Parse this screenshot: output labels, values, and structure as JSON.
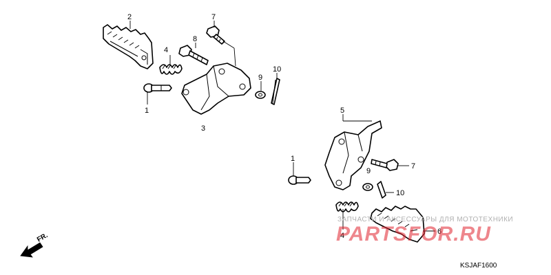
{
  "callouts": {
    "upper": [
      "2",
      "7",
      "4",
      "8",
      "9",
      "10",
      "1",
      "3"
    ],
    "lower": [
      "5",
      "1",
      "9",
      "7",
      "10",
      "4",
      "6"
    ]
  },
  "direction_label": "FR.",
  "diagram_code": "KSJAF1600",
  "watermark": {
    "top_text": "ЗАПЧАСТИ И АКСЕССУАРЫ ДЛЯ МОТОТЕХНИКИ",
    "brand": "PARTSFOR.RU"
  },
  "colors": {
    "line": "#000000",
    "watermark_red": "#e0232e",
    "watermark_gray": "#b0b0b0"
  }
}
